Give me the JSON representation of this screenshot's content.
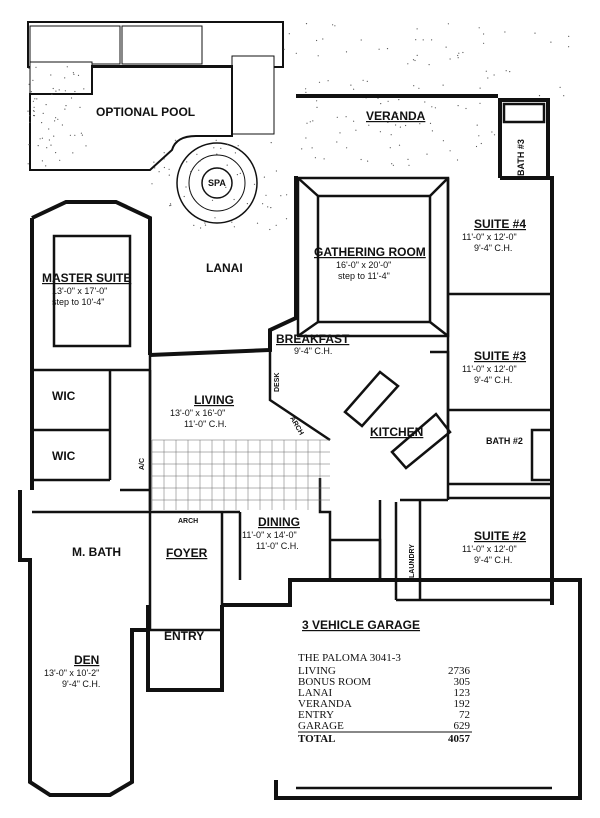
{
  "rooms": {
    "optional_pool": "OPTIONAL POOL",
    "veranda": "VERANDA",
    "spa": "SPA",
    "bath3": "BATH #3",
    "suite4": {
      "name": "SUITE #4",
      "dims": "11'-0\" x 12'-0\"",
      "ceiling": "9'-4\" C.H."
    },
    "gathering": {
      "name": "GATHERING ROOM",
      "dims": "16'-0\" x 20'-0\"",
      "ceiling": "step to 11'-4\""
    },
    "lanai": "LANAI",
    "master": {
      "name": "MASTER SUITE",
      "dims": "13'-0\" x 17'-0\"",
      "ceiling": "step to 10'-4\""
    },
    "breakfast": {
      "name": "BREAKFAST",
      "ceiling": "9'-4\" C.H."
    },
    "suite3": {
      "name": "SUITE #3",
      "dims": "11'-0\" x 12'-0\"",
      "ceiling": "9'-4\" C.H."
    },
    "desk": "DESK",
    "living": {
      "name": "LIVING",
      "dims": "13'-0\" x 16'-0\"",
      "ceiling": "11'-0\" C.H."
    },
    "wic1": "WIC",
    "wic2": "WIC",
    "ac": "A/C",
    "arch1": "ARCH",
    "kitchen": "KITCHEN",
    "bath2": "BATH #2",
    "m_bath": "M. BATH",
    "arch2": "ARCH",
    "foyer": "FOYER",
    "dining": {
      "name": "DINING",
      "dims": "11'-0\" x 14'-0\"",
      "ceiling": "11'-0\" C.H."
    },
    "laundry": "LAUNDRY",
    "suite2": {
      "name": "SUITE #2",
      "dims": "11'-0\" x 12'-0\"",
      "ceiling": "9'-4\" C.H."
    },
    "entry": "ENTRY",
    "garage": "3 VEHICLE GARAGE",
    "den": {
      "name": "DEN",
      "dims": "13'-0\" x 10'-2\"",
      "ceiling": "9'-4\" C.H."
    }
  },
  "summary": {
    "title": "THE PALOMA 3041-3",
    "rows": [
      {
        "label": "LIVING",
        "value": "2736"
      },
      {
        "label": "BONUS ROOM",
        "value": "305"
      },
      {
        "label": "LANAI",
        "value": "123"
      },
      {
        "label": "VERANDA",
        "value": "192"
      },
      {
        "label": "ENTRY",
        "value": "72"
      },
      {
        "label": "GARAGE",
        "value": "629"
      }
    ],
    "total_label": "TOTAL",
    "total_value": "4057"
  }
}
